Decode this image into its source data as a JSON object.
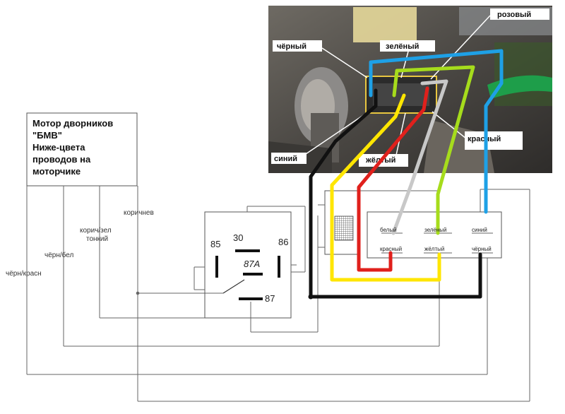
{
  "colors": {
    "black": "#111111",
    "yellow": "#ffe600",
    "red": "#e0201c",
    "grey": "#c8c8c8",
    "green": "#a6dc1c",
    "blue": "#1ea0e6",
    "thin_line": "#666666"
  },
  "photo": {
    "labels": {
      "black": "чёрный",
      "green": "зелёный",
      "pink": "розовый",
      "blue": "синий",
      "yellow": "жёлтый",
      "red": "красный"
    }
  },
  "motor_box": {
    "title_lines": [
      "Мотор дворников",
      "\"БМВ\"",
      "Ниже-цвета",
      "проводов  на",
      "моторчике"
    ]
  },
  "motor_wires": {
    "brown": "коричнев",
    "brown_green_1": "корич/зел",
    "brown_green_2": "тонкий",
    "black_white": "чёрн/бел",
    "black_red": "чёрн/красн"
  },
  "relay": {
    "pins": [
      "85",
      "30",
      "86",
      "87A",
      "87"
    ]
  },
  "connector": {
    "top_row": [
      "белый",
      "зелёный",
      "синий"
    ],
    "bottom_row": [
      "красный",
      "жёлтый",
      "чёрный"
    ]
  }
}
